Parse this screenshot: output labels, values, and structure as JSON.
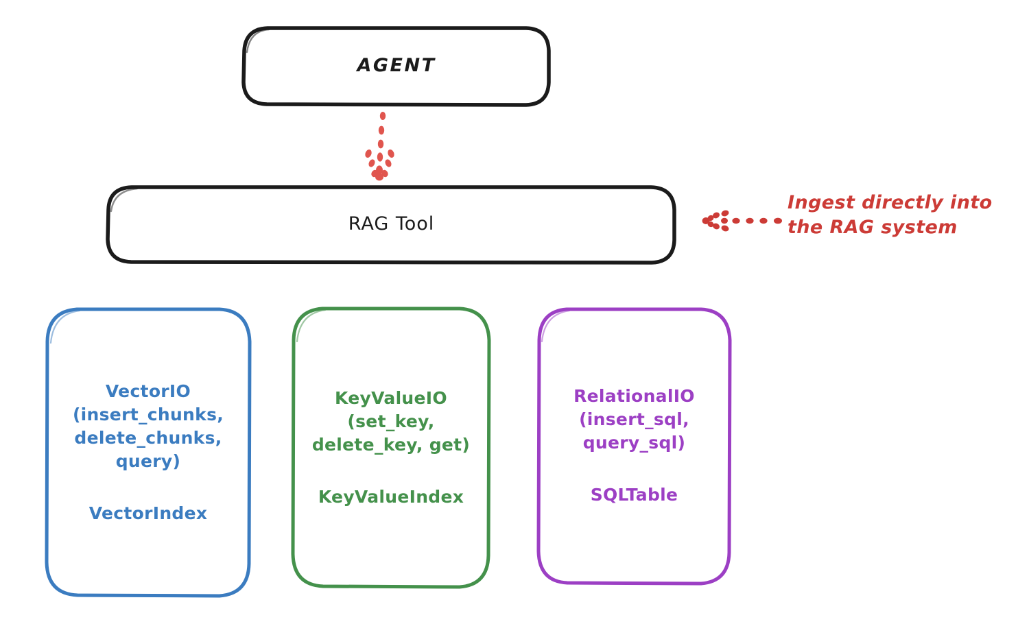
{
  "diagram": {
    "title_node": {
      "label": "AGENT"
    },
    "tool_node": {
      "label": "RAG Tool"
    },
    "stores": [
      {
        "id": "vector",
        "title": "VectorIO\n(insert_chunks,\ndelete_chunks,\nquery)",
        "entity": "VectorIndex",
        "color": "#3b7cc0"
      },
      {
        "id": "keyvalue",
        "title": "KeyValueIO\n(set_key,\ndelete_key, get)",
        "entity": "KeyValueIndex",
        "color": "#44914b"
      },
      {
        "id": "relational",
        "title": "RelationalIO\n(insert_sql,\nquery_sql)",
        "entity": "SQLTable",
        "color": "#9c3fc4"
      }
    ],
    "annotation": {
      "text": "Ingest directly into\nthe RAG system",
      "color": "#cc3b36"
    },
    "edges": [
      {
        "id": "agent-to-ragtool",
        "style": "dotted",
        "color": "#e0554e",
        "direction": "down"
      },
      {
        "id": "annotation-to-ragtool",
        "style": "dotted",
        "color": "#cc3b36",
        "direction": "left"
      }
    ],
    "stroke_colors": {
      "node_border": "#1b1b1b",
      "background": "#ffffff"
    }
  }
}
